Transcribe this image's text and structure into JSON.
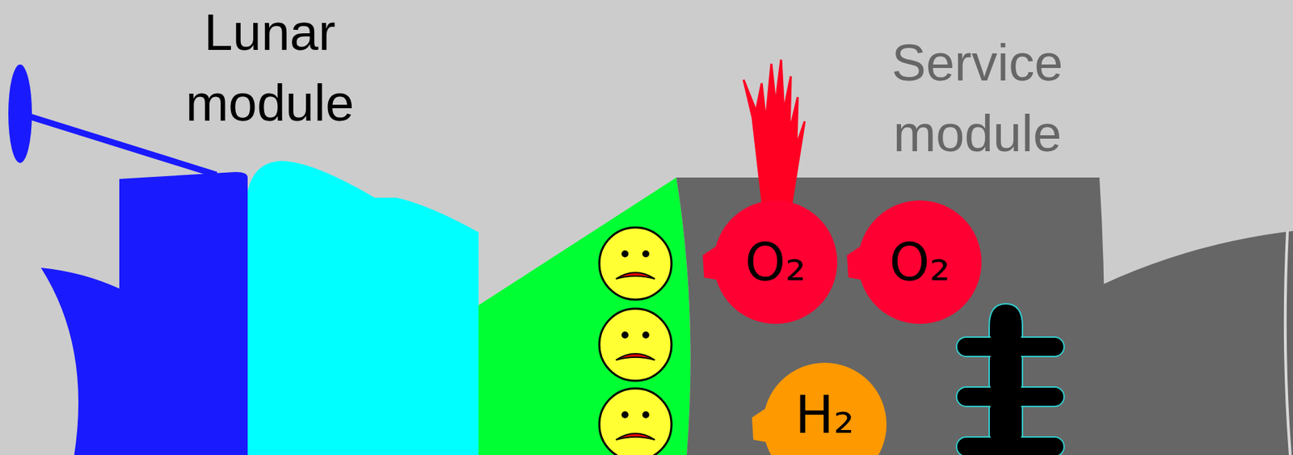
{
  "diagram": {
    "nodes": [
      {
        "text": [
          "O₂"
        ]
      },
      {
        "text": [
          "O₂"
        ]
      },
      {
        "text": [
          "H₂"
        ]
      }
    ],
    "labels": [
      "Lunar module",
      "Service module"
    ]
  }
}
